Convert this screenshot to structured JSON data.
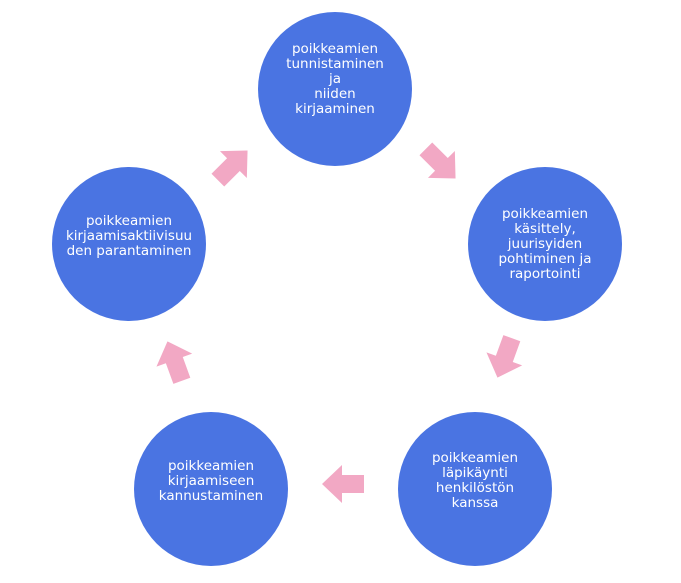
{
  "diagram": {
    "colors": {
      "node_fill": "#4a74e2",
      "node_text": "#ffffff",
      "arrow_fill": "#f2a8c4"
    },
    "nodes": [
      {
        "label": "poikkeamien\ntunnistaminen ja\nniiden kirjaaminen"
      },
      {
        "label": "poikkeamien\nkäsittely,\njuurisyiden\npohtiminen ja\nraportointi"
      },
      {
        "label": "poikkeamien\nläpikäynti\nhenkilöstön kanssa"
      },
      {
        "label": "poikkeamien\nkirjaamiseen\nkannustaminen"
      },
      {
        "label": "poikkeamien\nkirjaamisaktiivisuu\nden parantaminen"
      }
    ]
  }
}
